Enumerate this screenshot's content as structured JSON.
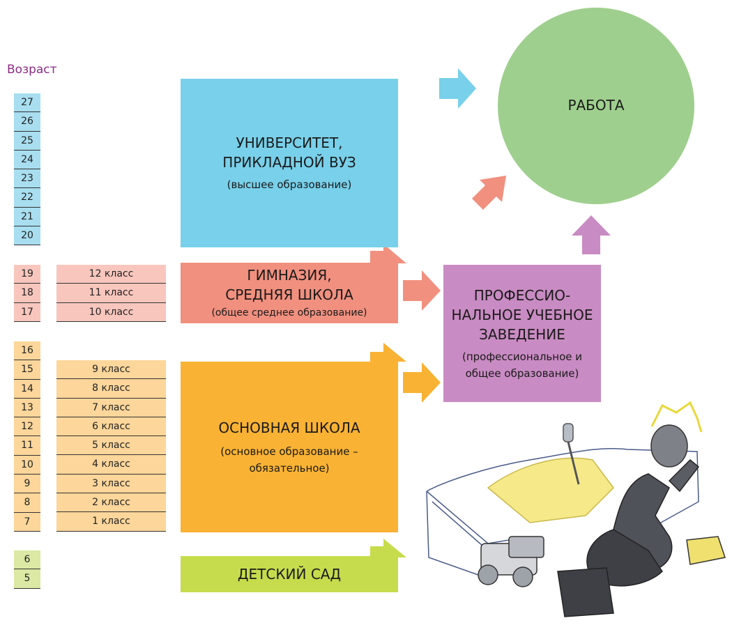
{
  "age_label": "Возраст",
  "ages": {
    "university": [
      "27",
      "26",
      "25",
      "24",
      "23",
      "22",
      "21",
      "20"
    ],
    "gymnasium": [
      "19",
      "18",
      "17"
    ],
    "basic": [
      "16",
      "15",
      "14",
      "13",
      "12",
      "11",
      "10",
      "9",
      "8",
      "7"
    ],
    "kindergarten": [
      "6",
      "5"
    ]
  },
  "grades": {
    "gymnasium": [
      "12 класс",
      "11 класс",
      "10 класс"
    ],
    "basic": [
      "9 класс",
      "8 класс",
      "7 класс",
      "6 класс",
      "5 класс",
      "4 класс",
      "3 класс",
      "2 класс",
      "1 класс"
    ]
  },
  "blocks": {
    "university": {
      "title1": "УНИВЕРСИТЕТ,",
      "title2": "ПРИКЛАДНОЙ ВУЗ",
      "sub": "(высшее образование)"
    },
    "gymnasium": {
      "title1": "ГИМНАЗИЯ,",
      "title2": "СРЕДНЯЯ ШКОЛА",
      "sub": "(общее среднее образование)"
    },
    "basic": {
      "title": "ОСНОВНАЯ ШКОЛА",
      "sub1": "(основное образование –",
      "sub2": "обязательное)"
    },
    "kindergarten": {
      "title": "ДЕТСКИЙ САД"
    },
    "vocational": {
      "title1": "ПРОФЕССИО-",
      "title2": "НАЛЬНОЕ УЧЕБНОЕ",
      "title3": "ЗАВЕДЕНИЕ",
      "sub1": "(профессиональное и",
      "sub2": "общее образование)"
    },
    "work": {
      "title": "РАБОТА"
    }
  },
  "colors": {
    "university": "#78d0ea",
    "university_light": "#a8def0",
    "gymnasium": "#f1907f",
    "gymnasium_light": "#f8c6bd",
    "basic": "#f9b233",
    "basic_light": "#fcd69a",
    "kindergarten": "#c6dc4c",
    "kindergarten_light": "#dbe9a4",
    "vocational": "#c98bc3",
    "work": "#9fcf8e",
    "age_title": "#8e2a86"
  },
  "illustration": "child-playing-in-sandbox"
}
